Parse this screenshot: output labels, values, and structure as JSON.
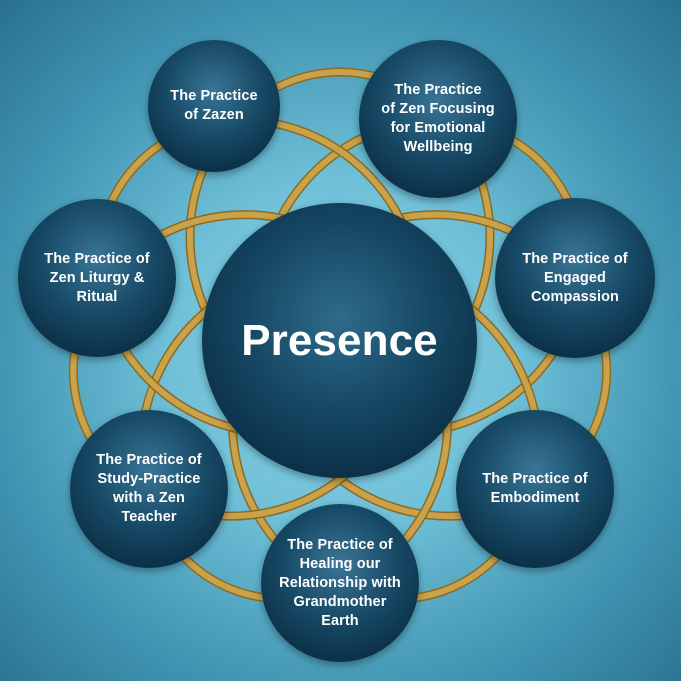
{
  "colors": {
    "background_center": "#8fd3e6",
    "background_edge": "#2a7090",
    "ring": "#c9a24a",
    "node_fill": "#0b2e45",
    "text": "#ffffff"
  },
  "center": {
    "label": "Presence"
  },
  "practices": [
    {
      "label": "The Practice\nof Zazen"
    },
    {
      "label": "The Practice\nof Zen Focusing\nfor Emotional\nWellbeing"
    },
    {
      "label": "The Practice of\nEngaged\nCompassion"
    },
    {
      "label": "The Practice of\nEmbodiment"
    },
    {
      "label": "The Practice of\nHealing our\nRelationship with\nGrandmother\nEarth"
    },
    {
      "label": "The Practice of\nStudy-Practice\nwith a Zen\nTeacher"
    },
    {
      "label": "The Practice of\nZen Liturgy &\nRitual"
    }
  ]
}
